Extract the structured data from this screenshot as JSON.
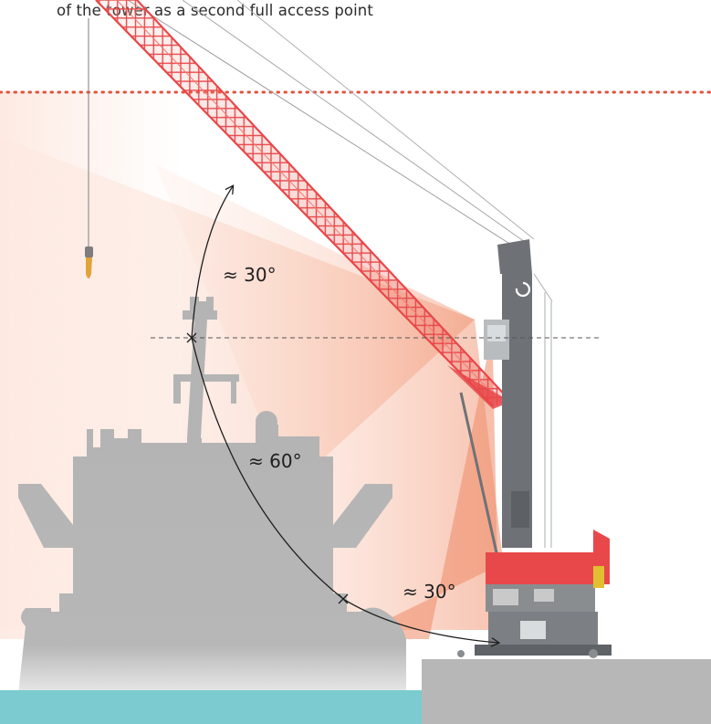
{
  "caption": "of the tower as a second full access point",
  "angles": {
    "upper": "≈ 30°",
    "middle": "≈ 60°",
    "lower": "≈ 30°"
  },
  "colors": {
    "crane_red": "#e8484a",
    "crane_grey": "#6e7277",
    "ship_grey": "#b4b4b4",
    "water": "#7ccbd0",
    "quay": "#b7b7b7",
    "boundary_dots": "#e2523d"
  }
}
